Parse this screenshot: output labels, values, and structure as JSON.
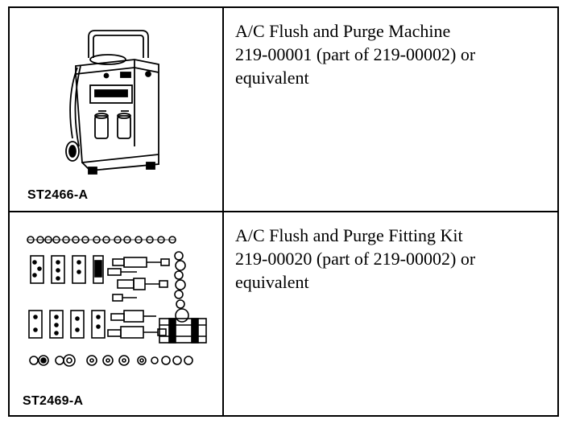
{
  "rows": [
    {
      "figure_code": "ST2466-A",
      "figure_icon": "flush-purge-machine-icon",
      "desc_lines": [
        "A/C Flush and Purge Machine",
        "219-00001 (part of 219-00002) or",
        "equivalent"
      ]
    },
    {
      "figure_code": "ST2469-A",
      "figure_icon": "fitting-kit-icon",
      "desc_lines": [
        "A/C Flush and Purge Fitting Kit",
        "219-00020 (part of 219-00002) or",
        "equivalent"
      ]
    }
  ]
}
